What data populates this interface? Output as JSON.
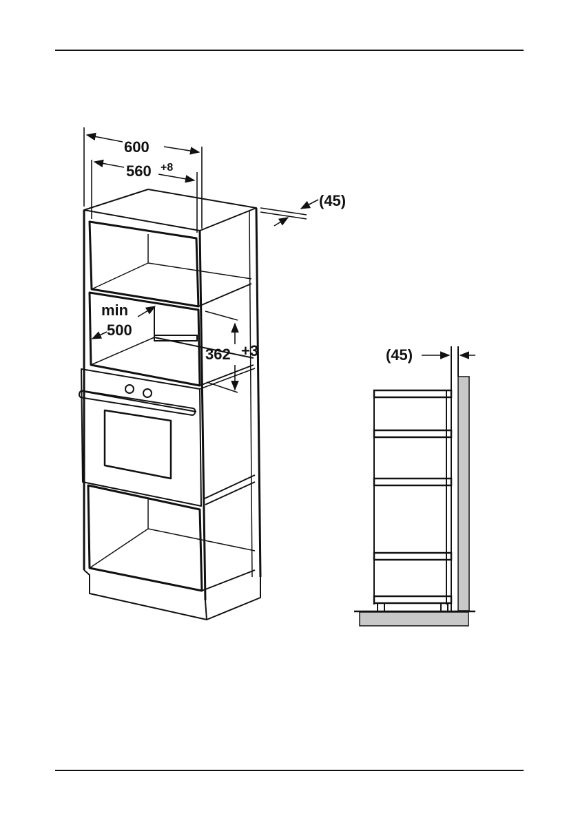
{
  "dimensions": {
    "width_total": "600",
    "width_inner": "560",
    "width_inner_tol": "+8",
    "depth_min_label": "min",
    "depth_min_value": "500",
    "height_inner": "362",
    "height_inner_tol": "+3",
    "gap_rear": "(45)",
    "gap_side": "(45)"
  },
  "colors": {
    "line": "#111111",
    "wall": "#c8c8c8"
  }
}
